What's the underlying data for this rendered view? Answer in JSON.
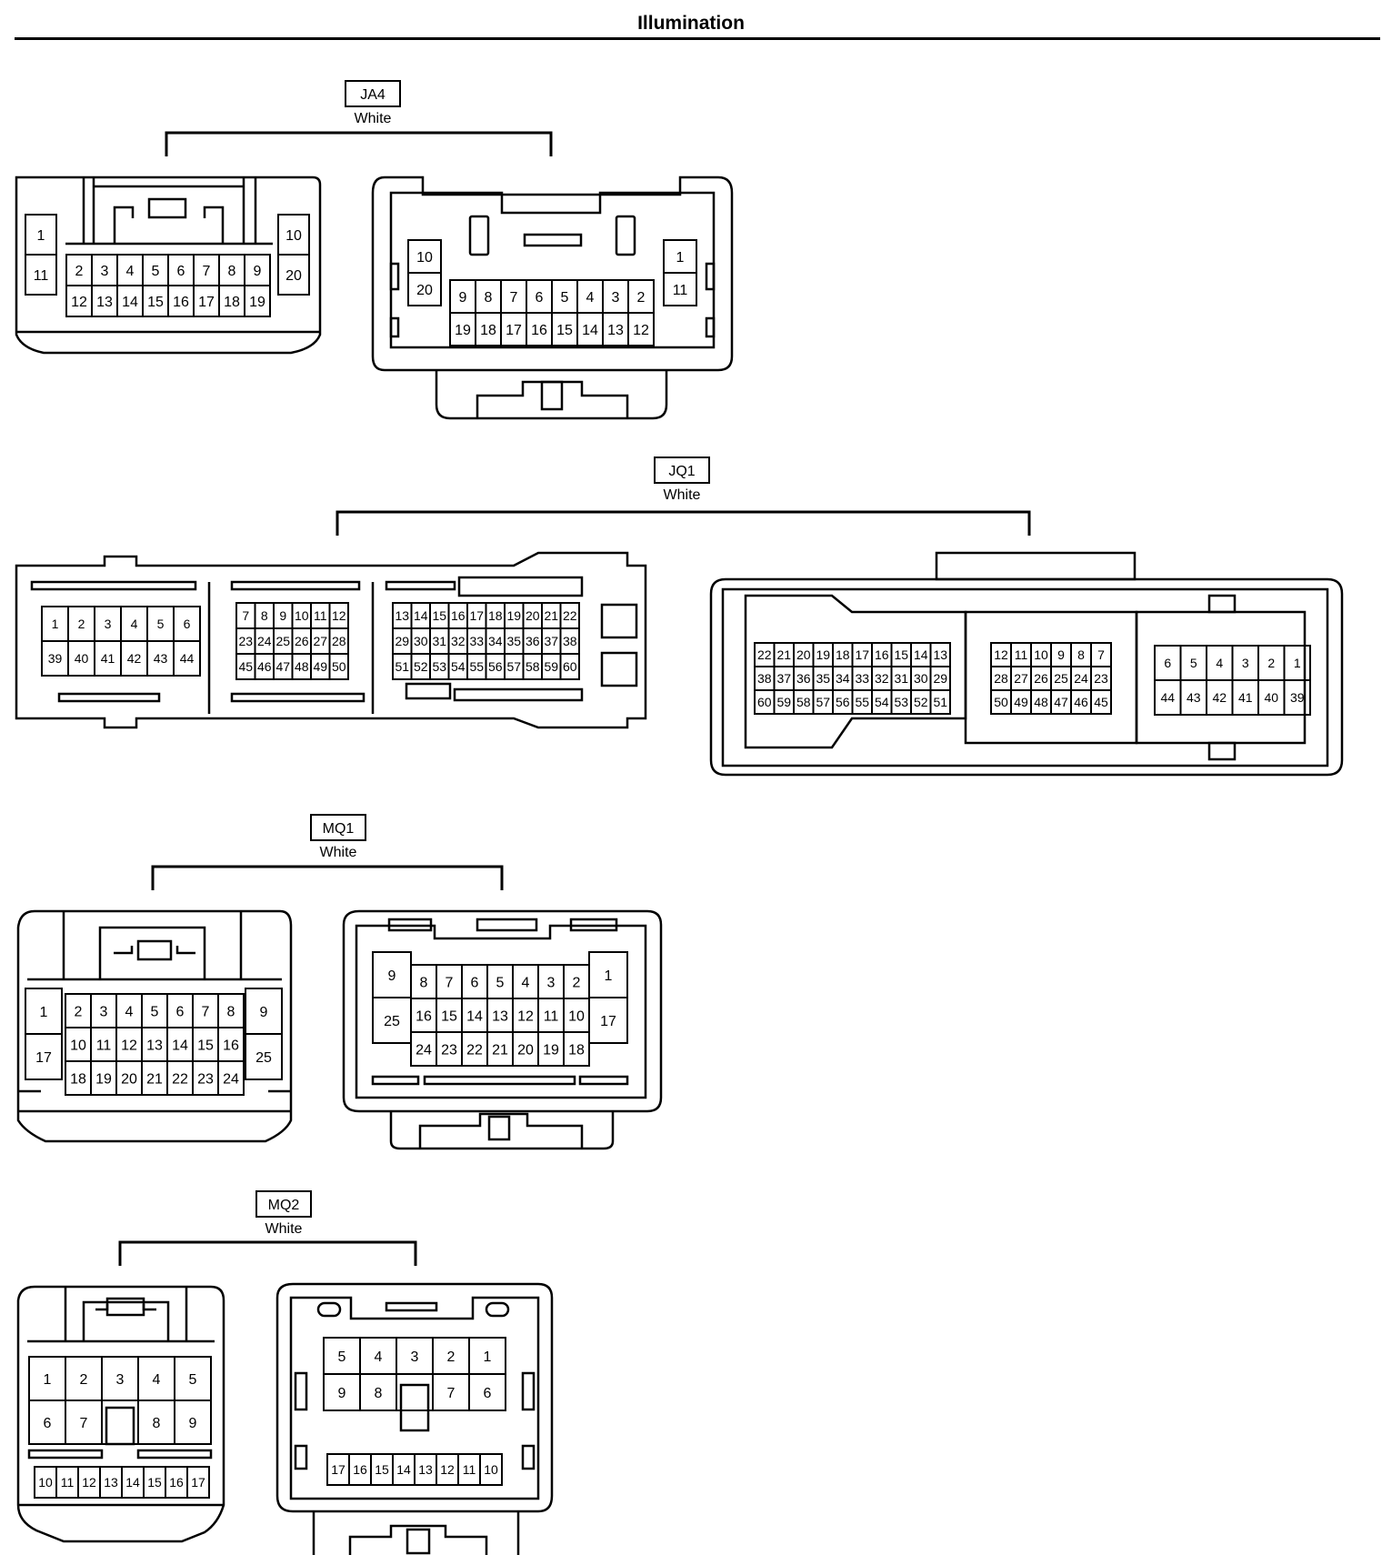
{
  "title": "Illumination",
  "connectors": {
    "ja4": {
      "id": "JA4",
      "color": "White",
      "left": {
        "col_a": [
          "1",
          "11"
        ],
        "row_top": [
          "2",
          "3",
          "4",
          "5",
          "6",
          "7",
          "8",
          "9"
        ],
        "row_bottom": [
          "12",
          "13",
          "14",
          "15",
          "16",
          "17",
          "18",
          "19"
        ],
        "col_b": [
          "10",
          "20"
        ]
      },
      "right": {
        "col_a": [
          "10",
          "20"
        ],
        "row_top": [
          "9",
          "8",
          "7",
          "6",
          "5",
          "4",
          "3",
          "2"
        ],
        "row_bottom": [
          "19",
          "18",
          "17",
          "16",
          "15",
          "14",
          "13",
          "12"
        ],
        "col_b": [
          "1",
          "11"
        ]
      }
    },
    "jq1": {
      "id": "JQ1",
      "color": "White",
      "left": {
        "block1": [
          [
            "1",
            "2",
            "3",
            "4",
            "5",
            "6"
          ],
          [
            "39",
            "40",
            "41",
            "42",
            "43",
            "44"
          ]
        ],
        "block2": [
          [
            "7",
            "8",
            "9",
            "10",
            "11",
            "12"
          ],
          [
            "23",
            "24",
            "25",
            "26",
            "27",
            "28"
          ],
          [
            "45",
            "46",
            "47",
            "48",
            "49",
            "50"
          ]
        ],
        "block3": [
          [
            "13",
            "14",
            "15",
            "16",
            "17",
            "18",
            "19",
            "20",
            "21",
            "22"
          ],
          [
            "29",
            "30",
            "31",
            "32",
            "33",
            "34",
            "35",
            "36",
            "37",
            "38"
          ],
          [
            "51",
            "52",
            "53",
            "54",
            "55",
            "56",
            "57",
            "58",
            "59",
            "60"
          ]
        ]
      },
      "right": {
        "block1": [
          [
            "22",
            "21",
            "20",
            "19",
            "18",
            "17",
            "16",
            "15",
            "14",
            "13"
          ],
          [
            "38",
            "37",
            "36",
            "35",
            "34",
            "33",
            "32",
            "31",
            "30",
            "29"
          ],
          [
            "60",
            "59",
            "58",
            "57",
            "56",
            "55",
            "54",
            "53",
            "52",
            "51"
          ]
        ],
        "block2": [
          [
            "12",
            "11",
            "10",
            "9",
            "8",
            "7"
          ],
          [
            "28",
            "27",
            "26",
            "25",
            "24",
            "23"
          ],
          [
            "50",
            "49",
            "48",
            "47",
            "46",
            "45"
          ]
        ],
        "block3": [
          [
            "6",
            "5",
            "4",
            "3",
            "2",
            "1"
          ],
          [
            "44",
            "43",
            "42",
            "41",
            "40",
            "39"
          ]
        ]
      }
    },
    "mq1": {
      "id": "MQ1",
      "color": "White",
      "left": {
        "col_a": [
          "1",
          "17"
        ],
        "rows": [
          [
            "2",
            "3",
            "4",
            "5",
            "6",
            "7",
            "8"
          ],
          [
            "10",
            "11",
            "12",
            "13",
            "14",
            "15",
            "16"
          ],
          [
            "18",
            "19",
            "20",
            "21",
            "22",
            "23",
            "24"
          ]
        ],
        "col_b": [
          "9",
          "25"
        ]
      },
      "right": {
        "col_a": [
          "9",
          "25"
        ],
        "rows": [
          [
            "8",
            "7",
            "6",
            "5",
            "4",
            "3",
            "2"
          ],
          [
            "16",
            "15",
            "14",
            "13",
            "12",
            "11",
            "10"
          ],
          [
            "24",
            "23",
            "22",
            "21",
            "20",
            "19",
            "18"
          ]
        ],
        "col_b": [
          "1",
          "17"
        ]
      }
    },
    "mq2": {
      "id": "MQ2",
      "color": "White",
      "left": {
        "rows": [
          [
            "1",
            "2",
            "3",
            "4",
            "5"
          ],
          [
            "6",
            "7",
            "",
            "8",
            "9"
          ]
        ],
        "bottom": [
          "10",
          "11",
          "12",
          "13",
          "14",
          "15",
          "16",
          "17"
        ]
      },
      "right": {
        "rows": [
          [
            "5",
            "4",
            "3",
            "2",
            "1"
          ],
          [
            "9",
            "8",
            "",
            "7",
            "6"
          ]
        ],
        "bottom": [
          "17",
          "16",
          "15",
          "14",
          "13",
          "12",
          "11",
          "10"
        ]
      }
    }
  }
}
